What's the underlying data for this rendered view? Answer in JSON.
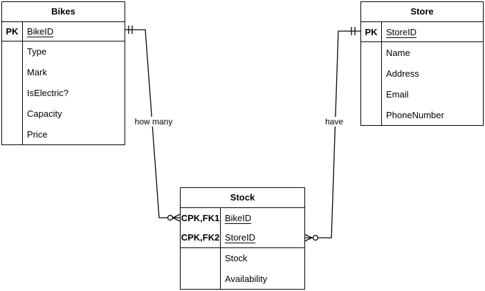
{
  "entities": [
    {
      "id": "bikes",
      "title": "Bikes",
      "keys": [
        {
          "label": "PK",
          "field": "BikeID"
        }
      ],
      "attributes": [
        "Type",
        "Mark",
        "IsElectric?",
        "Capacity",
        "Price"
      ]
    },
    {
      "id": "store",
      "title": "Store",
      "keys": [
        {
          "label": "PK",
          "field": "StoreID"
        }
      ],
      "attributes": [
        "Name",
        "Address",
        "Email",
        "PhoneNumber"
      ]
    },
    {
      "id": "stock",
      "title": "Stock",
      "keys": [
        {
          "label": "CPK,FK1",
          "field": "BikeID"
        },
        {
          "label": "CPK,FK2",
          "field": "StoreID"
        }
      ],
      "attributes": [
        "Stock",
        "Availability"
      ]
    }
  ],
  "relationships": [
    {
      "label": "how many",
      "from_entity": "Bikes",
      "from_cardinality": "exactly-one",
      "to_entity": "Stock",
      "to_cardinality": "zero-or-many"
    },
    {
      "label": "have",
      "from_entity": "Store",
      "from_cardinality": "exactly-one",
      "to_entity": "Stock",
      "to_cardinality": "zero-or-many"
    }
  ],
  "colors": {
    "line": "#000000",
    "entity_border": "#000000",
    "entity_fill": "#ffffff",
    "text": "#000000",
    "canvas": "#ffffff"
  }
}
